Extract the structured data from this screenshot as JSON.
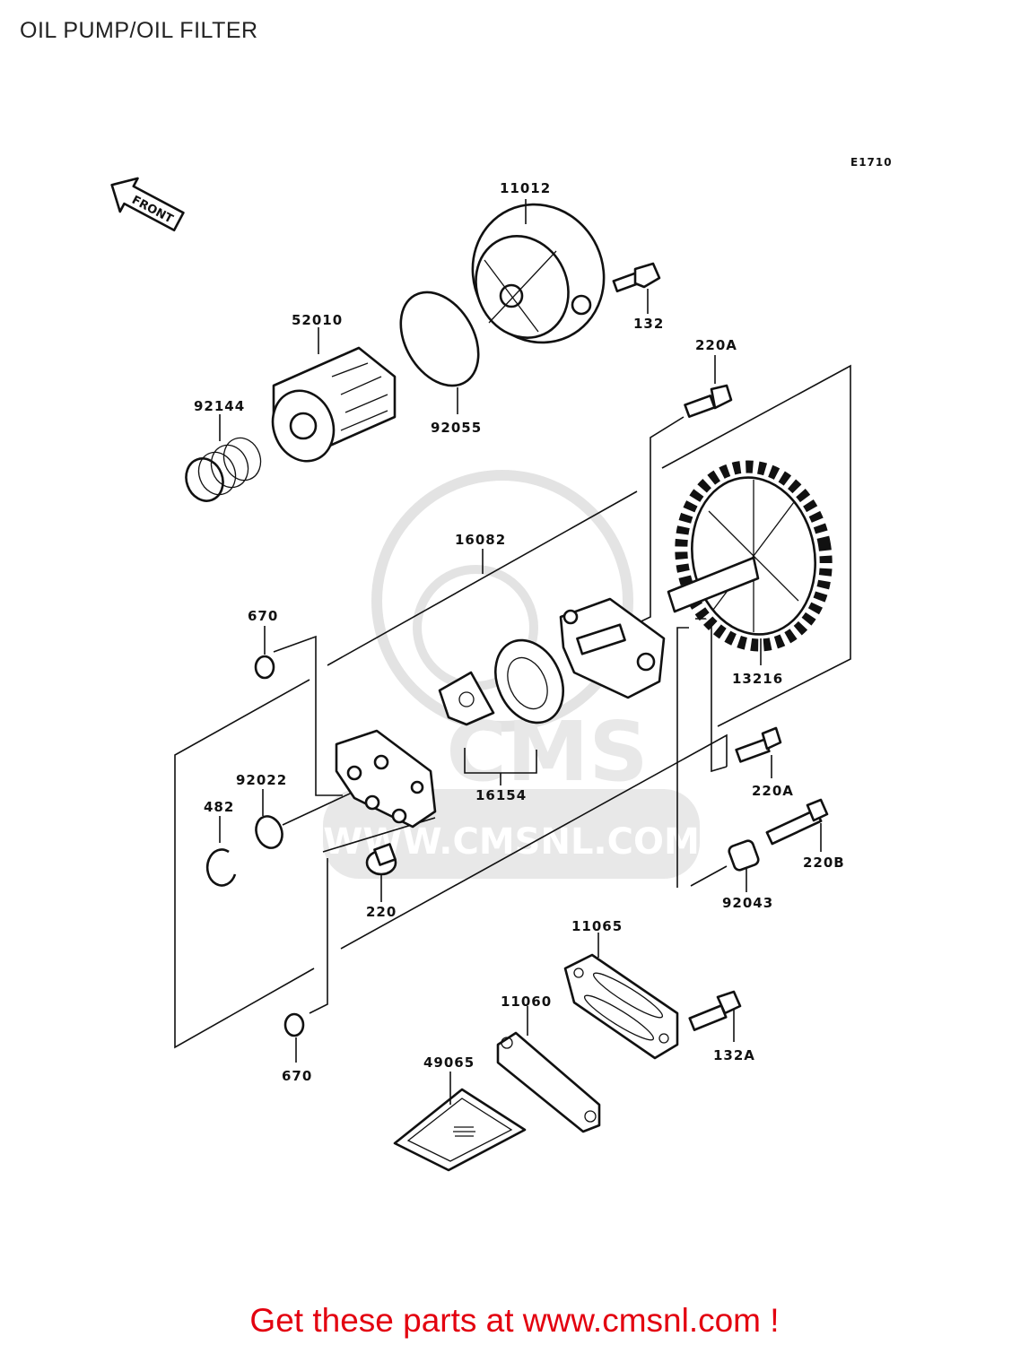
{
  "title": "OIL PUMP/OIL FILTER",
  "diagram_code": "E1710",
  "front_label": "FRONT",
  "watermark": {
    "brand": "CMS",
    "url": "WWW.CMSNL.COM"
  },
  "part_labels": {
    "p11012": "11012",
    "p132": "132",
    "p52010": "52010",
    "p220A_top": "220A",
    "p92144": "92144",
    "p92055": "92055",
    "p16082": "16082",
    "p670_top": "670",
    "p13216": "13216",
    "p92022": "92022",
    "p16154": "16154",
    "p220A_mid": "220A",
    "p482": "482",
    "p220B": "220B",
    "p220": "220",
    "p92043": "92043",
    "p11065": "11065",
    "p11060": "11060",
    "p132A": "132A",
    "p49065": "49065",
    "p670_bottom": "670"
  },
  "cta": "Get these parts at www.cmsnl.com !"
}
